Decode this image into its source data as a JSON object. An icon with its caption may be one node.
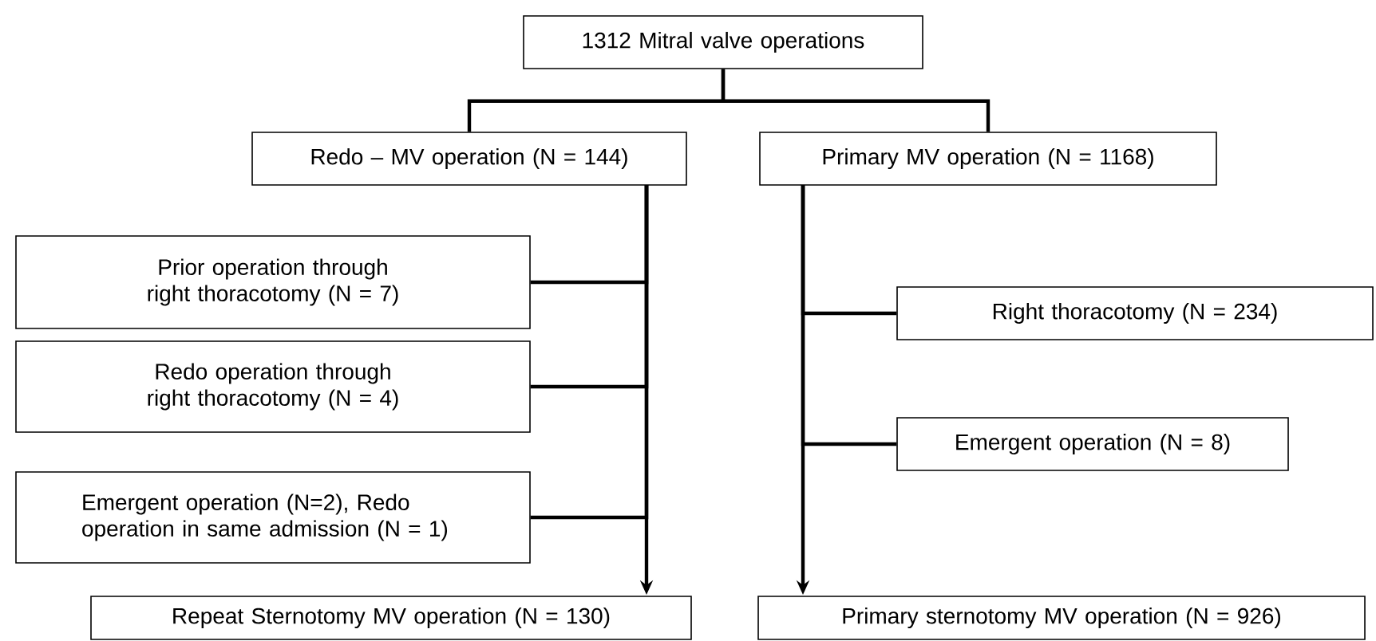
{
  "diagram": {
    "nodes": [
      {
        "text": [
          "1312 Mitral valve operations"
        ]
      },
      {
        "text": [
          "Redo – MV operation (N = 144)"
        ]
      },
      {
        "text": [
          "Primary MV operation (N = 1168)"
        ]
      },
      {
        "text": [
          "Prior operation through right thoracotomy (N = 7)"
        ]
      },
      {
        "text": [
          "Redo operation through right thoracotomy (N = 4)"
        ]
      },
      {
        "text": [
          "Emergent operation (N=2), Redo operation in same admission (N = 1)"
        ]
      },
      {
        "text": [
          "Repeat Sternotomy MV operation (N = 130)"
        ]
      },
      {
        "text": [
          "Right thoracotomy (N = 234)"
        ]
      },
      {
        "text": [
          "Emergent operation (N = 8)"
        ]
      },
      {
        "text": [
          "Primary sternotomy MV operation (N = 926)"
        ]
      }
    ],
    "edges": [
      {
        "from": 0,
        "to": 1,
        "arrow": "none"
      },
      {
        "from": 0,
        "to": 2,
        "arrow": "none"
      },
      {
        "from": 1,
        "to": 3,
        "arrow": "none"
      },
      {
        "from": 1,
        "to": 4,
        "arrow": "none"
      },
      {
        "from": 1,
        "to": 5,
        "arrow": "none"
      },
      {
        "from": 1,
        "to": 6,
        "arrow": "to"
      },
      {
        "from": 2,
        "to": 7,
        "arrow": "none"
      },
      {
        "from": 2,
        "to": 8,
        "arrow": "none"
      },
      {
        "from": 2,
        "to": 9,
        "arrow": "to"
      }
    ]
  }
}
